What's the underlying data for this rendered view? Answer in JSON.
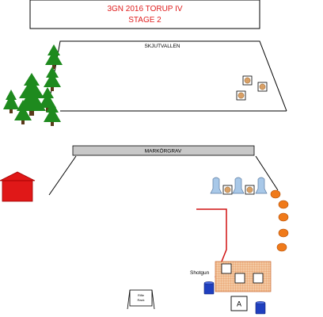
{
  "title": {
    "line1": "3GN 2016 TORUP IV",
    "line2": "STAGE 2"
  },
  "labels": {
    "berm_top": "SKJUTVALLEN",
    "markorgrav": "MARKÖRGRAV",
    "shotgun": "Shotgun",
    "rifle_rack_line1": "Rifle",
    "rifle_rack_line2": "Rack",
    "position_box": "A"
  },
  "colors": {
    "title_border": "#000000",
    "title_text": "#e02020",
    "tree": "#1e8a1e",
    "house": "#e01818",
    "fault_line": "#d01010",
    "orange_target": "#f07a1a",
    "steel_target": "#a8c8e8",
    "paper_target": "#d9a066",
    "shooting_table": "#f3c9a3",
    "barrel": "#1f3fbf",
    "markorgrav_bar": "#c8c8c8"
  },
  "icons": {
    "trees": "pine-tree-icon",
    "house": "house-icon"
  }
}
